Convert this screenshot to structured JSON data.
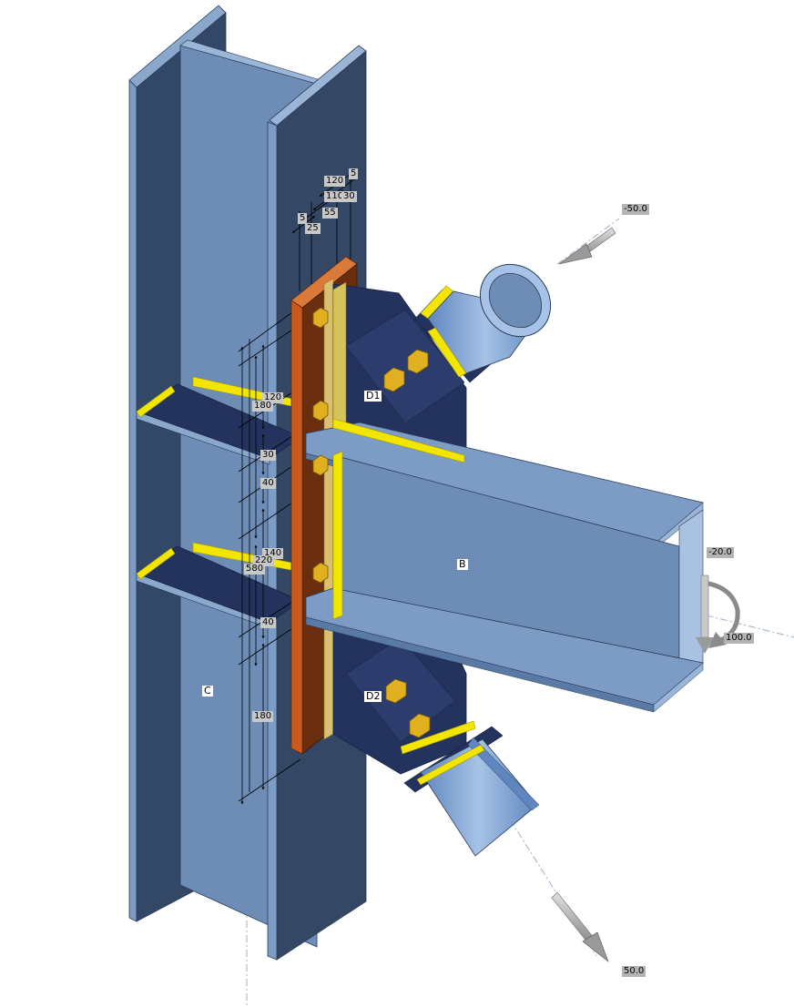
{
  "members": {
    "column": "C",
    "beam": "B",
    "diagonal_upper": "D1",
    "diagonal_lower": "D2"
  },
  "loads": {
    "diagonal_upper_force": "-50.0",
    "diagonal_lower_force": "50.0",
    "beam_force": "-20.0",
    "beam_moment": "100.0"
  },
  "dimensions": {
    "top": [
      "120",
      "5",
      "110",
      "30",
      "55",
      "5",
      "25"
    ],
    "plate": [
      "120",
      "180",
      "30",
      "40",
      "140",
      "220",
      "580",
      "40",
      "180"
    ]
  },
  "colors": {
    "steel_light": "#7a98bf",
    "steel_dark": "#334766",
    "steel_navy": "#24325e",
    "weld": "#f2e600",
    "end_plate": "#c95a1e",
    "bolt": "#e0b020"
  }
}
